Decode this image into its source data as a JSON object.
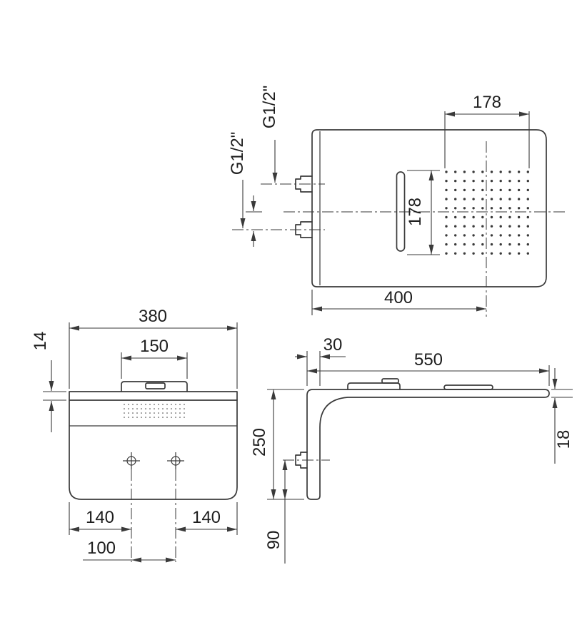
{
  "drawing": {
    "front_view": {
      "spray_width": "178",
      "spray_height": "178",
      "overall_width": "400",
      "inlet_thread_top": "G1/2\"",
      "inlet_thread_bottom": "G1/2\""
    },
    "plan_view": {
      "overall_width": "380",
      "bracket_width": "150",
      "plate_thickness": "14",
      "hole_offset_left": "140",
      "hole_offset_right": "140",
      "hole_spacing": "100"
    },
    "side_view": {
      "wall_offset": "30",
      "overall_depth": "550",
      "drop_height": "250",
      "plate_thickness": "18",
      "inlet_offset": "90"
    }
  }
}
